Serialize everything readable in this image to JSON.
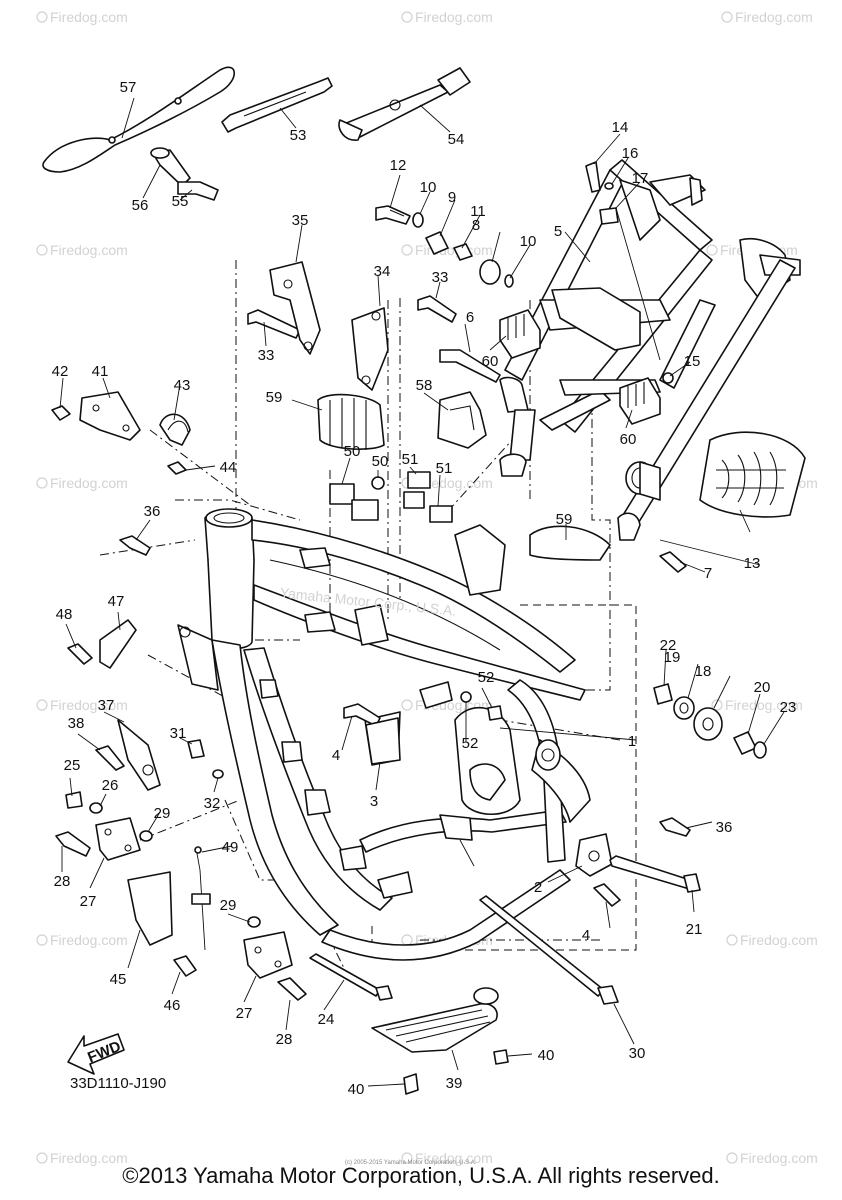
{
  "watermark": "Firedog.com",
  "ref_code": "33D1110-J190",
  "fwd_label": "FWD",
  "center_watermark": "Yamaha Motor Corp., U.S.A.",
  "small_copyright": "(c) 2005-2015 Yamaha Motor Corporation, U.S.A.",
  "copyright": "©2013 Yamaha Motor Corporation, U.S.A. All rights reserved.",
  "callouts": [
    "1",
    "2",
    "3",
    "4",
    "4",
    "5",
    "6",
    "7",
    "8",
    "9",
    "10",
    "10",
    "11",
    "12",
    "13",
    "14",
    "15",
    "16",
    "17",
    "18",
    "19",
    "20",
    "21",
    "22",
    "23",
    "24",
    "25",
    "26",
    "27",
    "27",
    "28",
    "28",
    "29",
    "29",
    "30",
    "31",
    "32",
    "33",
    "33",
    "34",
    "35",
    "36",
    "36",
    "37",
    "38",
    "39",
    "40",
    "40",
    "41",
    "42",
    "43",
    "44",
    "45",
    "46",
    "47",
    "48",
    "49",
    "50",
    "50",
    "51",
    "51",
    "52",
    "52",
    "53",
    "54",
    "55",
    "56",
    "57",
    "58",
    "59",
    "59",
    "60",
    "60"
  ]
}
